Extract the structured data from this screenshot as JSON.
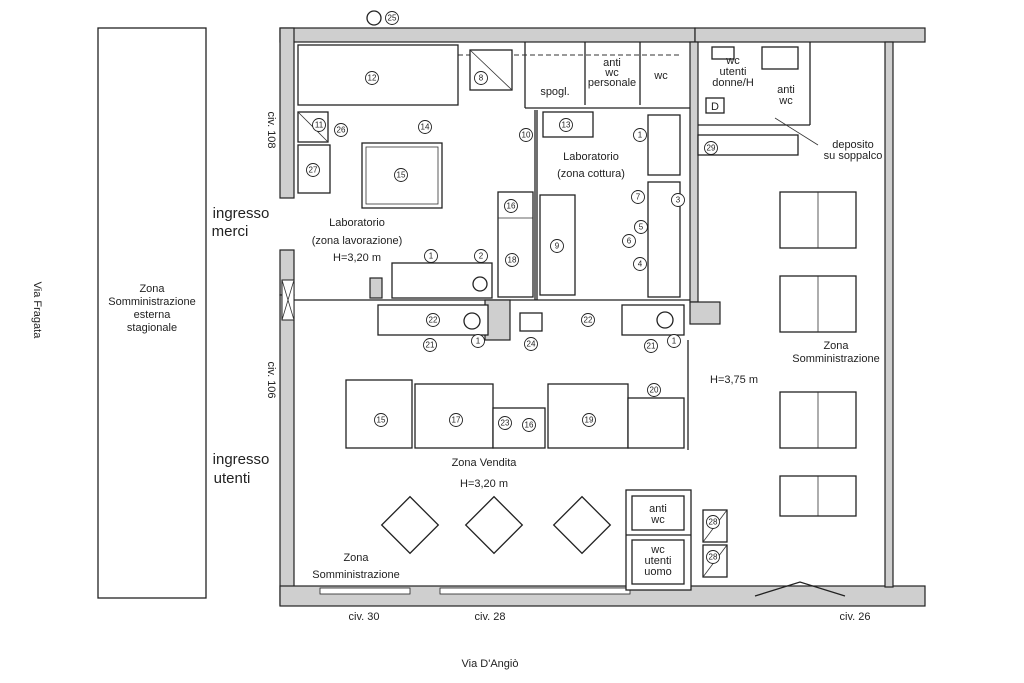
{
  "plan": {
    "outdoor_zone": {
      "line1": "Zona",
      "line2": "Somministrazione",
      "line3": "esterna",
      "line4": "stagionale"
    },
    "streets": {
      "left": "Via Fragata",
      "bottom": "Via D'Angiò"
    },
    "civics": {
      "civ108": "civ. 108",
      "civ106": "civ. 106",
      "civ30": "civ. 30",
      "civ28": "civ. 28",
      "civ26": "civ. 26"
    },
    "entrances": {
      "goods_1": "ingresso",
      "goods_2": "merci",
      "users_1": "ingresso",
      "users_2": "utenti"
    },
    "rooms": {
      "lab_work": {
        "line1": "Laboratorio",
        "line2": "(zona lavorazione)",
        "height": "H=3,20 m"
      },
      "lab_cook": {
        "line1": "Laboratorio",
        "line2": "(zona cottura)"
      },
      "spogl": "spogl.",
      "anti_wc_staff": {
        "line1": "anti",
        "line2": "wc",
        "line3": "personale"
      },
      "wc_staff": "wc",
      "wc_women": {
        "line1": "wc",
        "line2": "utenti",
        "line3": "donne/H"
      },
      "anti_wc_women": {
        "line1": "anti",
        "line2": "wc"
      },
      "storage": {
        "line1": "deposito",
        "line2": "su soppalco"
      },
      "service_right": {
        "line1": "Zona",
        "line2": "Somministrazione",
        "height": "H=3,75 m"
      },
      "sales": {
        "line1": "Zona Vendita",
        "height": "H=3,20 m"
      },
      "service_bottom": {
        "line1": "Zona",
        "line2": "Somministrazione"
      },
      "anti_wc_men": {
        "line1": "anti",
        "line2": "wc"
      },
      "wc_men": {
        "line1": "wc",
        "line2": "utenti",
        "line3": "uomo"
      },
      "disabled_symbol": "D"
    },
    "numbers": [
      "25",
      "12",
      "8",
      "11",
      "26",
      "27",
      "14",
      "15",
      "10",
      "13",
      "1",
      "7",
      "3",
      "5",
      "6",
      "4",
      "16",
      "18",
      "9",
      "1",
      "2",
      "22",
      "21",
      "1",
      "24",
      "22",
      "21",
      "1",
      "20",
      "15",
      "17",
      "23",
      "16",
      "19",
      "29",
      "28",
      "28"
    ]
  }
}
